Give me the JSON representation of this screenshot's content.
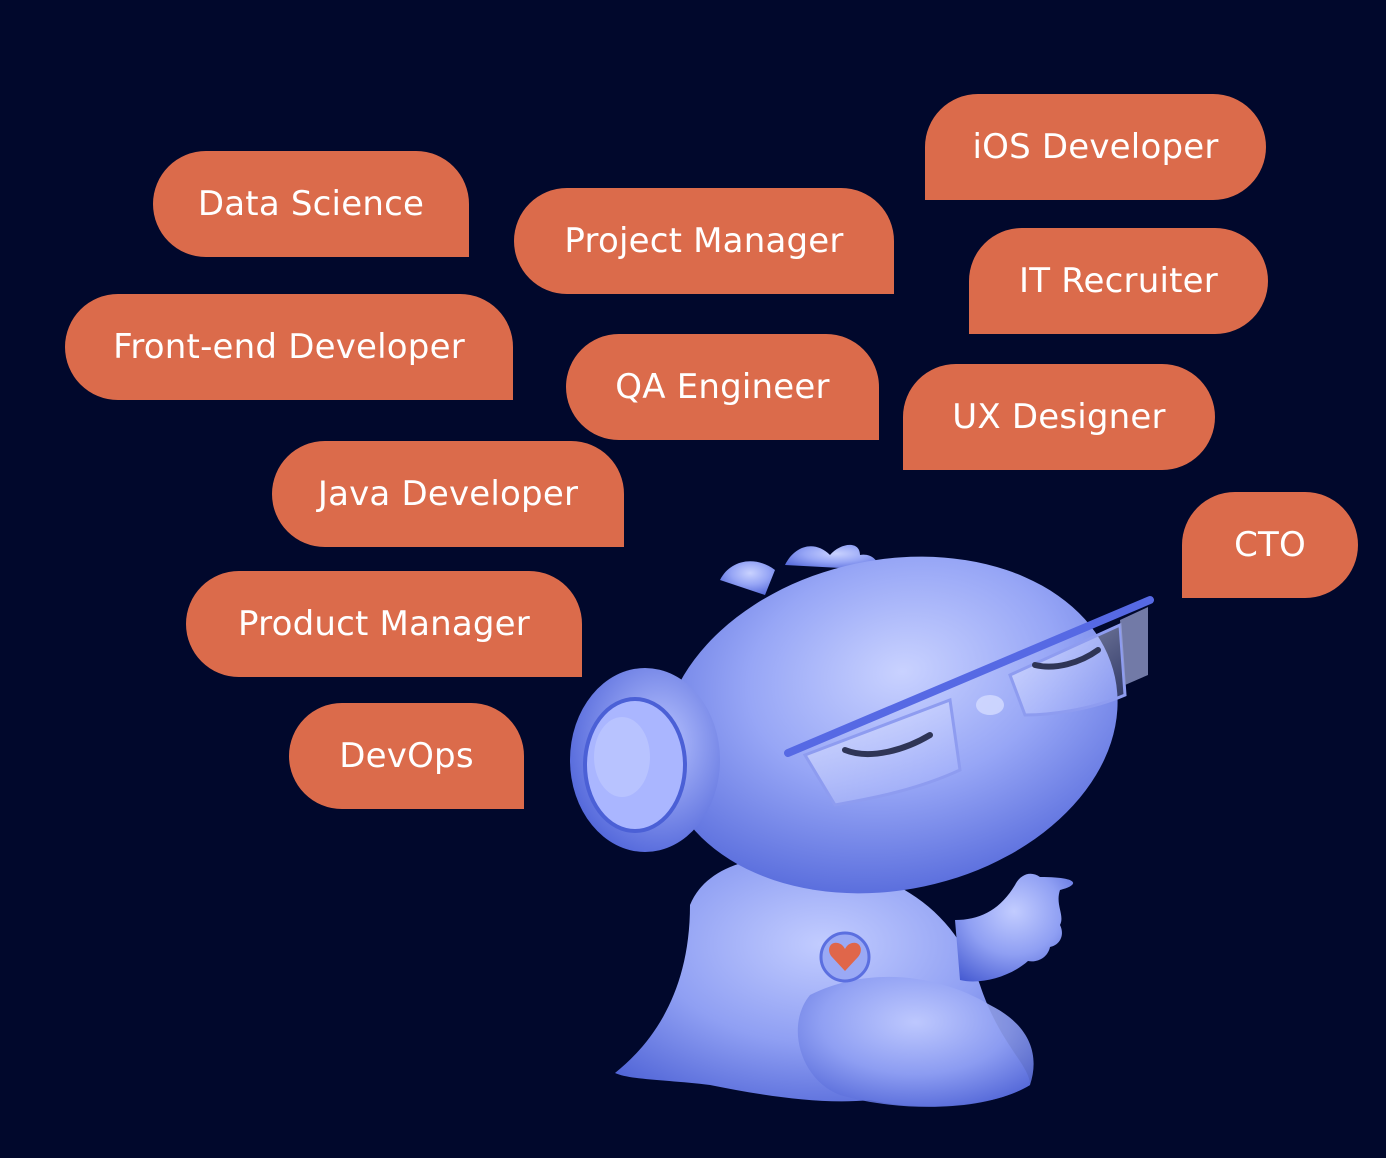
{
  "roles": [
    {
      "id": "data-science",
      "label": "Data Science"
    },
    {
      "id": "project-manager",
      "label": "Project Manager"
    },
    {
      "id": "ios-developer",
      "label": "iOS Developer"
    },
    {
      "id": "it-recruiter",
      "label": "IT Recruiter"
    },
    {
      "id": "front-end-developer",
      "label": "Front-end Developer"
    },
    {
      "id": "qa-engineer",
      "label": "QA Engineer"
    },
    {
      "id": "ux-designer",
      "label": "UX Designer"
    },
    {
      "id": "java-developer",
      "label": "Java Developer"
    },
    {
      "id": "cto",
      "label": "CTO"
    },
    {
      "id": "product-manager",
      "label": "Product Manager"
    },
    {
      "id": "devops",
      "label": "DevOps"
    }
  ],
  "colors": {
    "background": "#01082c",
    "bubble": "#db6b4b",
    "bubble_text": "#ffffff",
    "mascot_body": "#7d8ff0",
    "mascot_badge_heart": "#e0664a"
  },
  "mascot": {
    "icon": "blue-mascot-with-glasses"
  }
}
